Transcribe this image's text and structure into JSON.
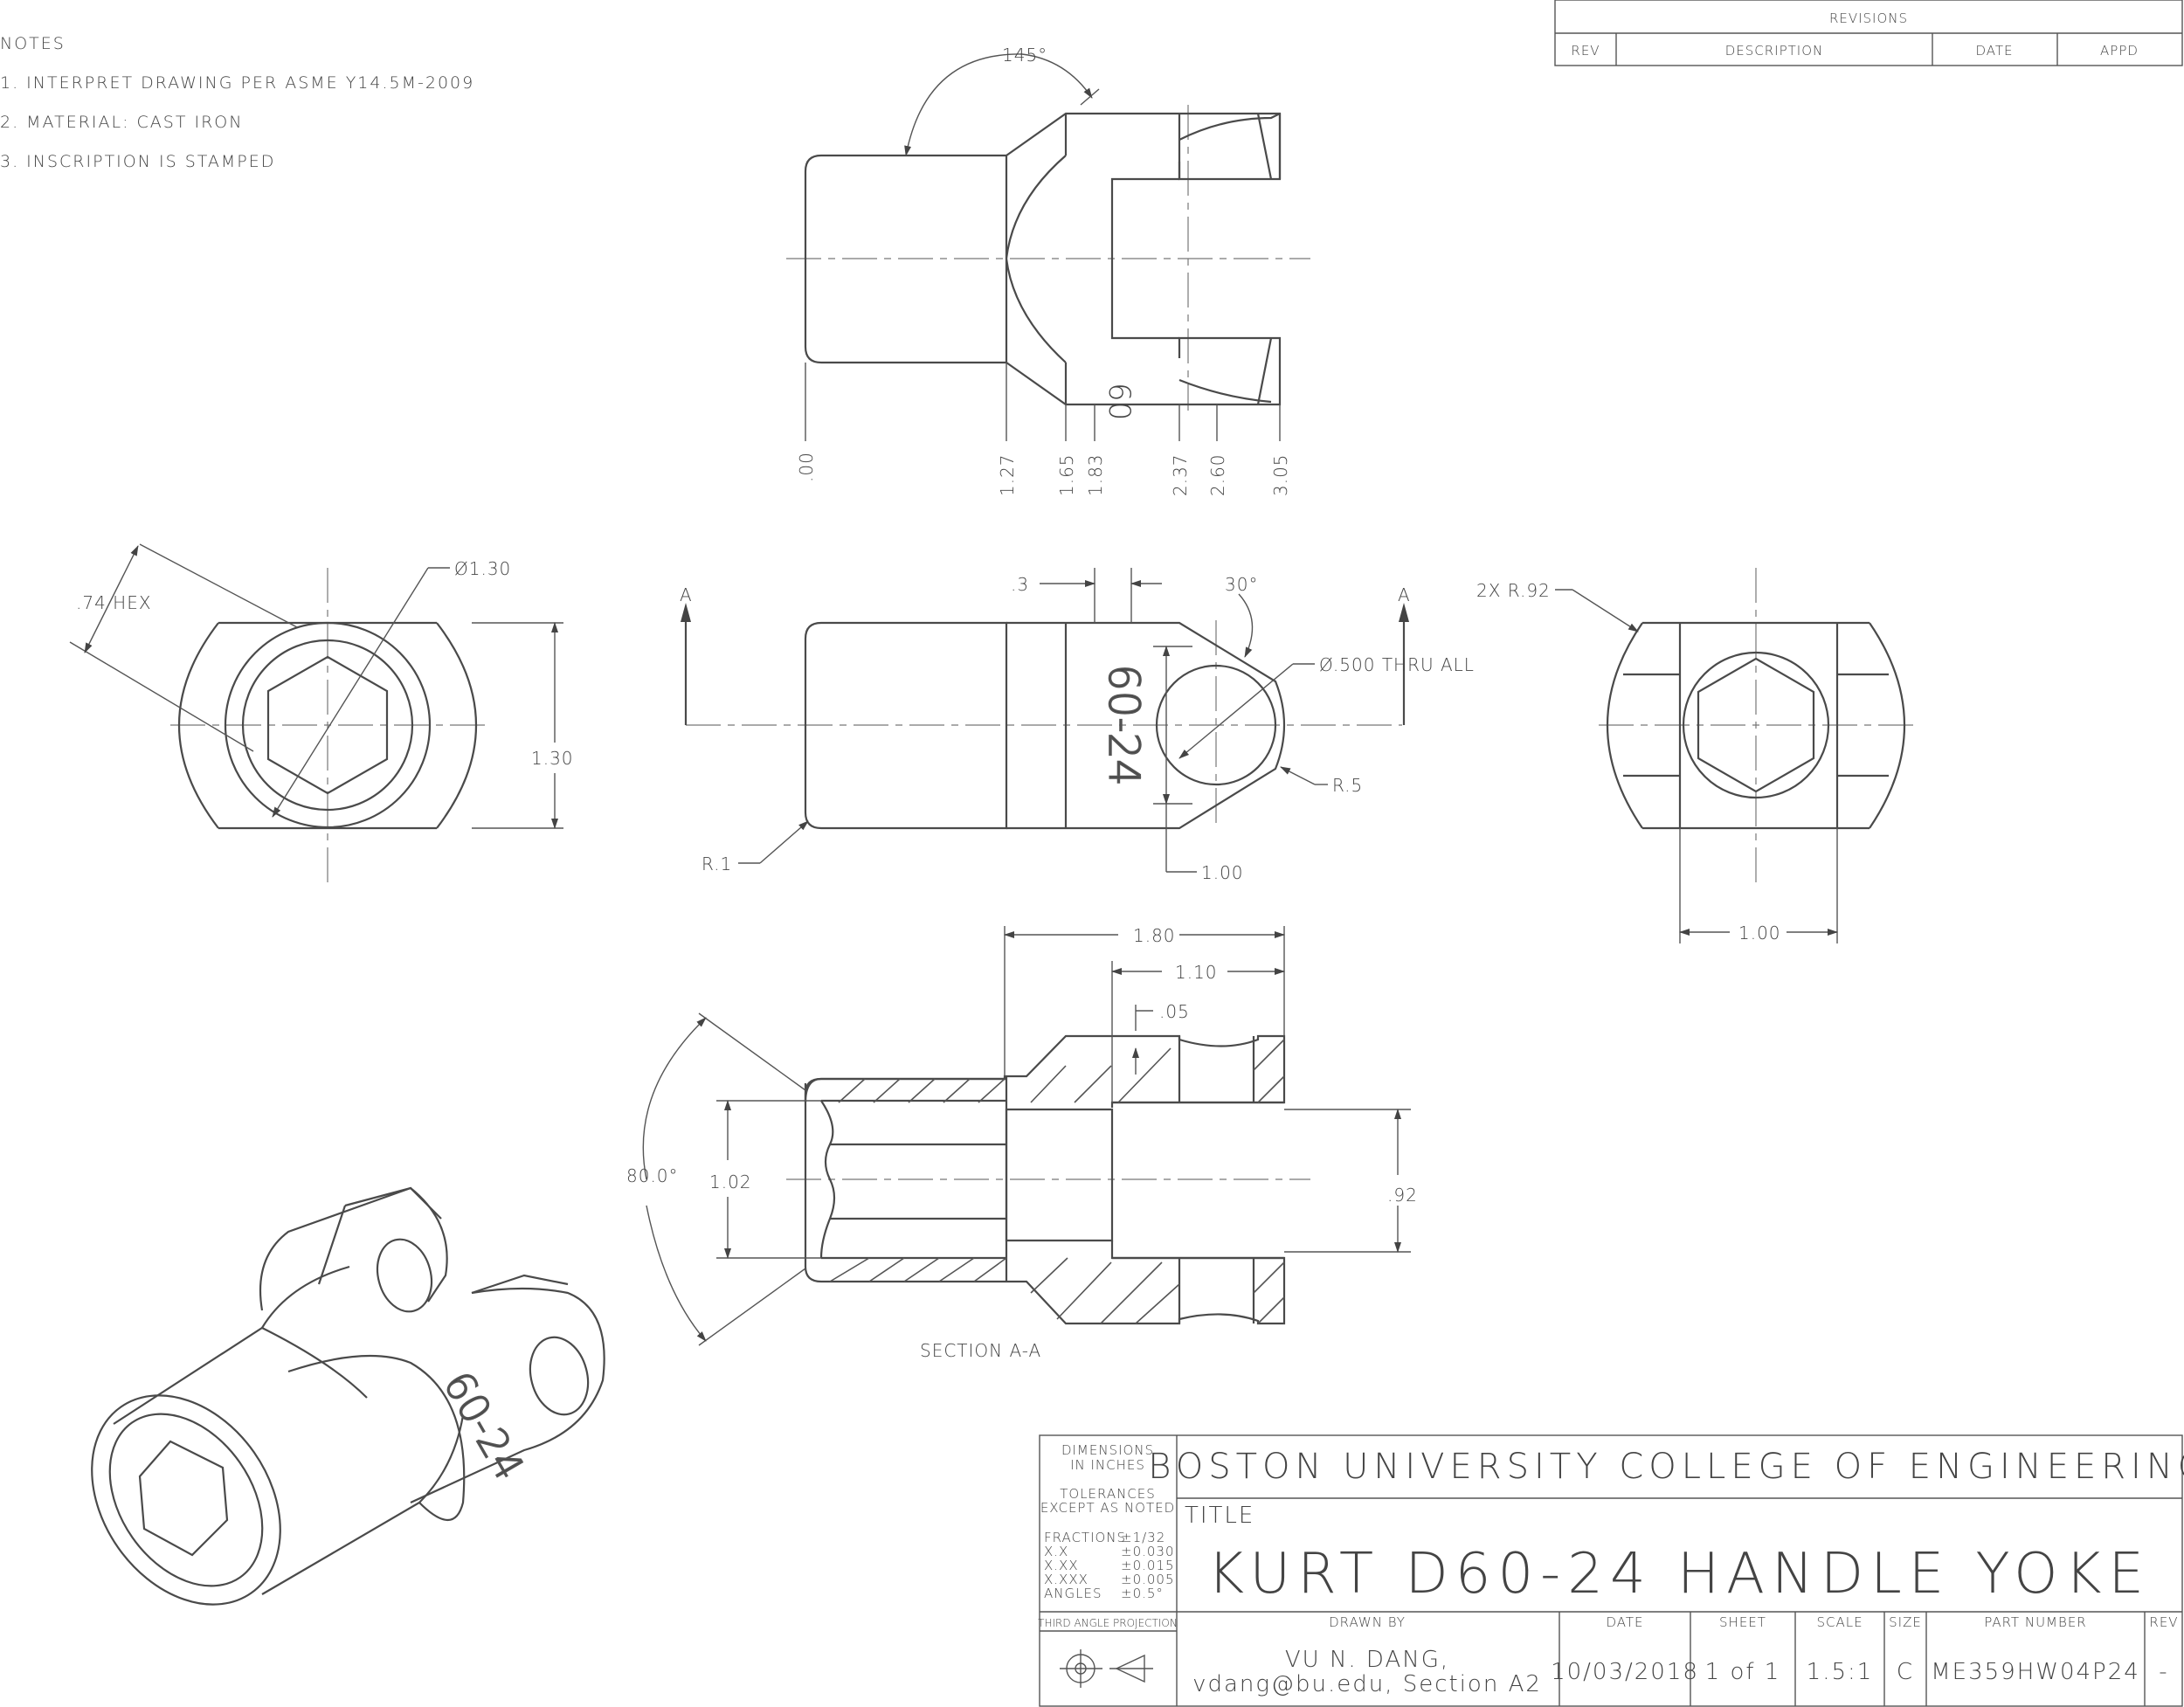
{
  "notes": {
    "heading": "NOTES",
    "items": [
      "1. INTERPRET DRAWING PER ASME Y14.5M-2009",
      "2. MATERIAL: CAST IRON",
      "3. INSCRIPTION IS STAMPED"
    ]
  },
  "revisions": {
    "title": "REVISIONS",
    "columns": [
      "REV",
      "DESCRIPTION",
      "DATE",
      "APPD"
    ]
  },
  "top_view": {
    "angle": "145°",
    "ordinates": [
      ".00",
      "1.27",
      "1.65",
      "1.83",
      "2.37",
      "2.60",
      "3.05"
    ],
    "inscription_partial": "60"
  },
  "left_view": {
    "hex": ".74 HEX",
    "dia": "Ø1.30",
    "height": "1.30"
  },
  "front_view": {
    "width_small": ".3",
    "chamfer_angle": "30°",
    "hole": "Ø.500 THRU ALL",
    "radius_big": "R.5",
    "radius_small": "R.1",
    "height": "1.00",
    "section_mark": "A",
    "inscription": "60-24"
  },
  "right_view": {
    "radius": "2X R.92",
    "width": "1.00"
  },
  "section_view": {
    "label": "SECTION  A-A",
    "dim_overall": "1.80",
    "dim_inner": "1.10",
    "dim_step": ".05",
    "angle": "80.0°",
    "bore": "1.02",
    "slot": ".92"
  },
  "title_block": {
    "dimensions_in": "DIMENSIONS\nIN INCHES",
    "dim_l1": "DIMENSIONS",
    "dim_l2": "IN INCHES",
    "tol_l1": "TOLERANCES",
    "tol_l2": "EXCEPT AS NOTED",
    "tolerances": [
      [
        "FRACTIONS",
        "±1/32"
      ],
      [
        "X.X",
        "±0.030"
      ],
      [
        "X.XX",
        "±0.015"
      ],
      [
        "X.XXX",
        "±0.005"
      ],
      [
        "ANGLES",
        "±0.5°"
      ]
    ],
    "projection": "THIRD ANGLE PROJECTION",
    "organization": "BOSTON UNIVERSITY COLLEGE OF ENGINEERING",
    "title_label": "TITLE",
    "title": "KURT D60-24 HANDLE YOKE",
    "drawn_by_label": "DRAWN BY",
    "drawn_by_name": "VU N. DANG,",
    "drawn_by_contact": "vdang@bu.edu, Section A2",
    "date_label": "DATE",
    "date": "10/03/2018",
    "sheet_label": "SHEET",
    "sheet": "1 of 1",
    "scale_label": "SCALE",
    "scale": "1.5:1",
    "size_label": "SIZE",
    "size": "C",
    "part_label": "PART NUMBER",
    "part": "ME359HW04P24",
    "rev_label": "REV",
    "rev": "-"
  },
  "iso_view": {
    "inscription": "60-24"
  }
}
